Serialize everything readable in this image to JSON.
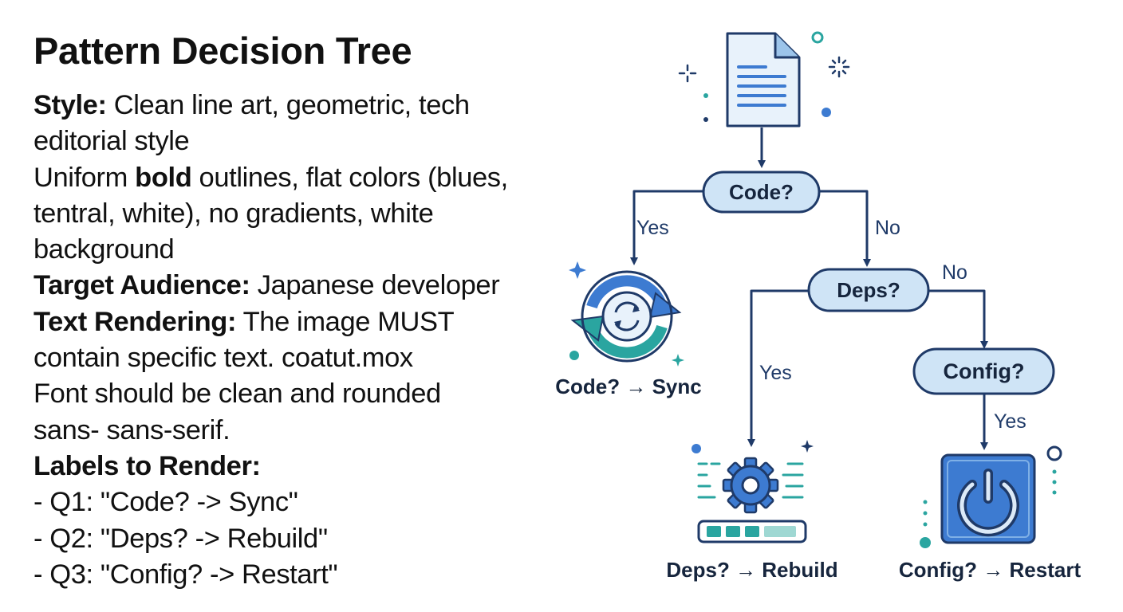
{
  "title": "Pattern Decision Tree",
  "notes": {
    "style_label": "Style:",
    "style_text": " Clean line art, geometric, tech",
    "style_text2": "editorial style",
    "uniform_pre": "Uniform ",
    "uniform_bold": "bold",
    "uniform_post": " outlines, flat colors (blues,",
    "colors_line": "tentral, white), no gradients, white",
    "background_line": "background",
    "audience_label": "Target Audience:",
    "audience_text": " Japanese developer",
    "rendering_label": "Text Rendering:",
    "rendering_text": " The image MUST",
    "rendering_text2": "contain specific text. coatut.mox",
    "font_line": "Font should be clean and rounded",
    "font_line2": "sans- sans-serif.",
    "labels_heading": "Labels to Render:",
    "label_items": [
      "- Q1: \"Code? -> Sync\"",
      "- Q2: \"Deps? -> Rebuild\"",
      "- Q3: \"Config? -> Restart\""
    ]
  },
  "diagram": {
    "nodes": {
      "code": "Code?",
      "deps": "Deps?",
      "config": "Config?"
    },
    "edges": {
      "code_yes": "Yes",
      "code_no": "No",
      "deps_yes": "Yes",
      "deps_no": "No",
      "config_yes": "Yes"
    },
    "results": {
      "sync": "Code? → Sync",
      "rebuild": "Deps? → Rebuild",
      "restart": "Config? → Restart"
    },
    "icons": [
      "document-icon",
      "sync-icon",
      "gear-icon",
      "power-icon"
    ],
    "colors": {
      "outline": "#1f3a68",
      "primary_blue": "#3d7bd1",
      "light_blue": "#cfe4f6",
      "teal": "#2aa5a0"
    }
  }
}
